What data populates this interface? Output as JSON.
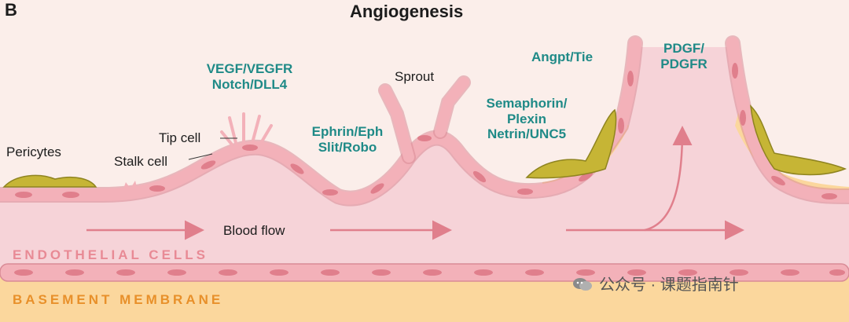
{
  "panel_letter": "B",
  "title": "Angiogenesis",
  "labels": {
    "pericytes": "Pericytes",
    "tip_cell": "Tip cell",
    "stalk_cell": "Stalk cell",
    "sprout": "Sprout",
    "blood_flow": "Blood flow",
    "endothelial_cells": "ENDOTHELIAL CELLS",
    "basement_membrane": "BASEMENT MEMBRANE"
  },
  "signals": {
    "vegf_line1": "VEGF/VEGFR",
    "vegf_line2": "Notch/DLL4",
    "ephrin_line1": "Ephrin/Eph",
    "ephrin_line2": "Slit/Robo",
    "angpt": "Angpt/Tie",
    "sema_line1": "Semaphorin/",
    "sema_line2": "Plexin",
    "sema_line3": "Netrin/UNC5",
    "pdgf_line1": "PDGF/",
    "pdgf_line2": "PDGFR"
  },
  "watermark": "公众号 · 课题指南针",
  "colors": {
    "background": "#fbeeea",
    "vessel": "#f6d3d8",
    "cell": "#f3b1b9",
    "nucleus": "#e07f8c",
    "pericyte": "#c6b535",
    "membrane": "#fbd79d",
    "teal_text": "#1f8a87"
  }
}
